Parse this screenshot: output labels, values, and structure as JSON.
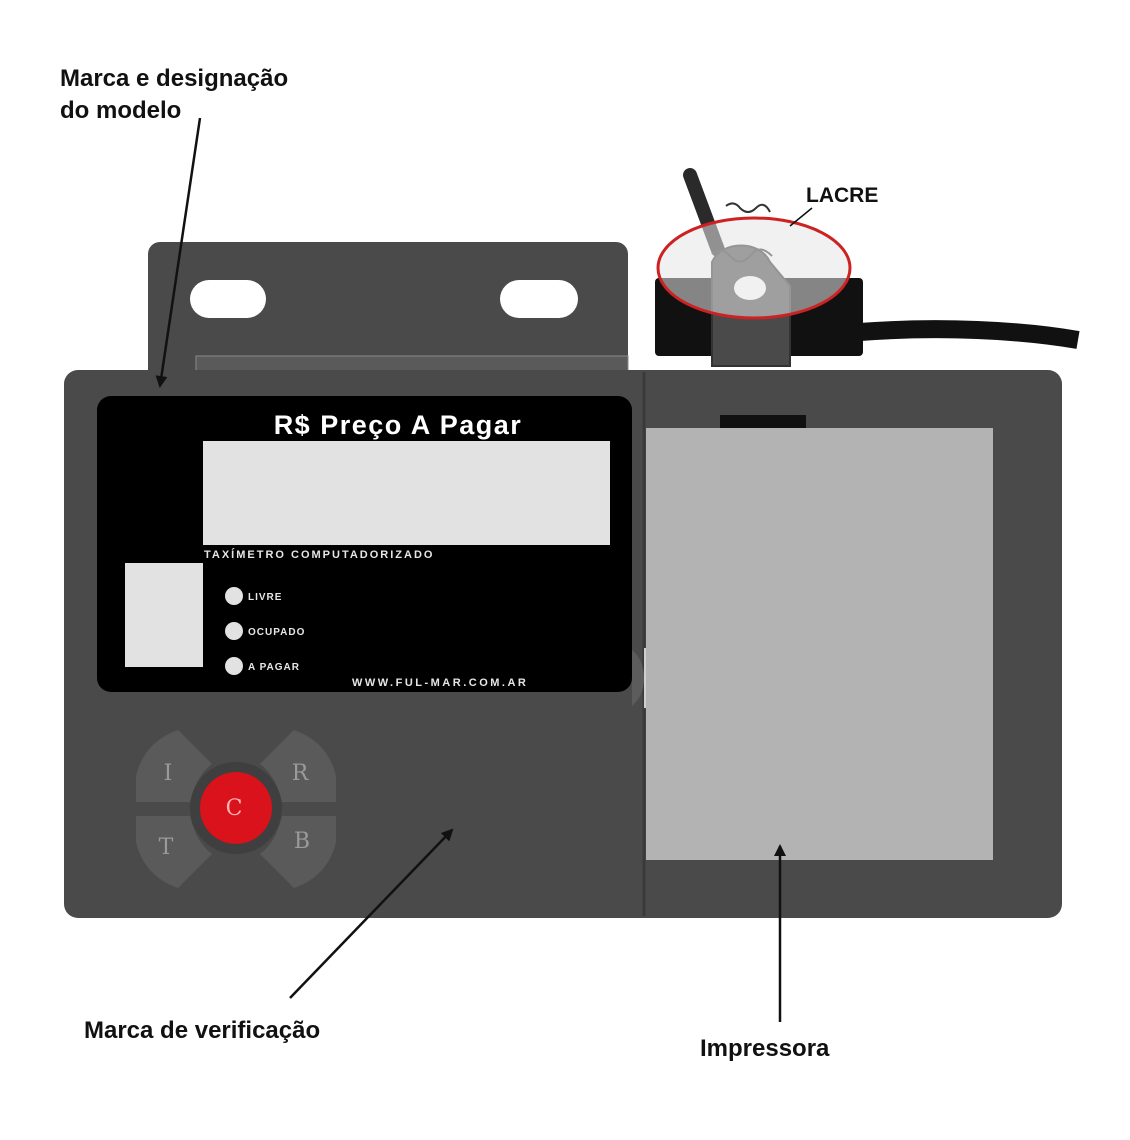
{
  "callouts": {
    "brand_model_line1": "Marca e designação",
    "brand_model_line2": "do modelo",
    "seal": "LACRE",
    "verification_mark": "Marca de verificação",
    "printer": "Impressora"
  },
  "device": {
    "display_title": "R$ Preço A Pagar",
    "device_label": "TAXÍMETRO COMPUTADORIZADO",
    "indicators": [
      "LIVRE",
      "OCUPADO",
      "A PAGAR"
    ],
    "website": "WWW.FUL-MAR.COM.AR",
    "keys": {
      "top_left": "I",
      "top_right": "R",
      "bottom_left": "T",
      "bottom_right": "B",
      "center": "C"
    }
  },
  "colors": {
    "body": "#4a4a4a",
    "display_bg": "#000000",
    "printer_panel": "#b3b3b3",
    "center_key": "#d9121b",
    "seal_ring": "#cc2222"
  }
}
